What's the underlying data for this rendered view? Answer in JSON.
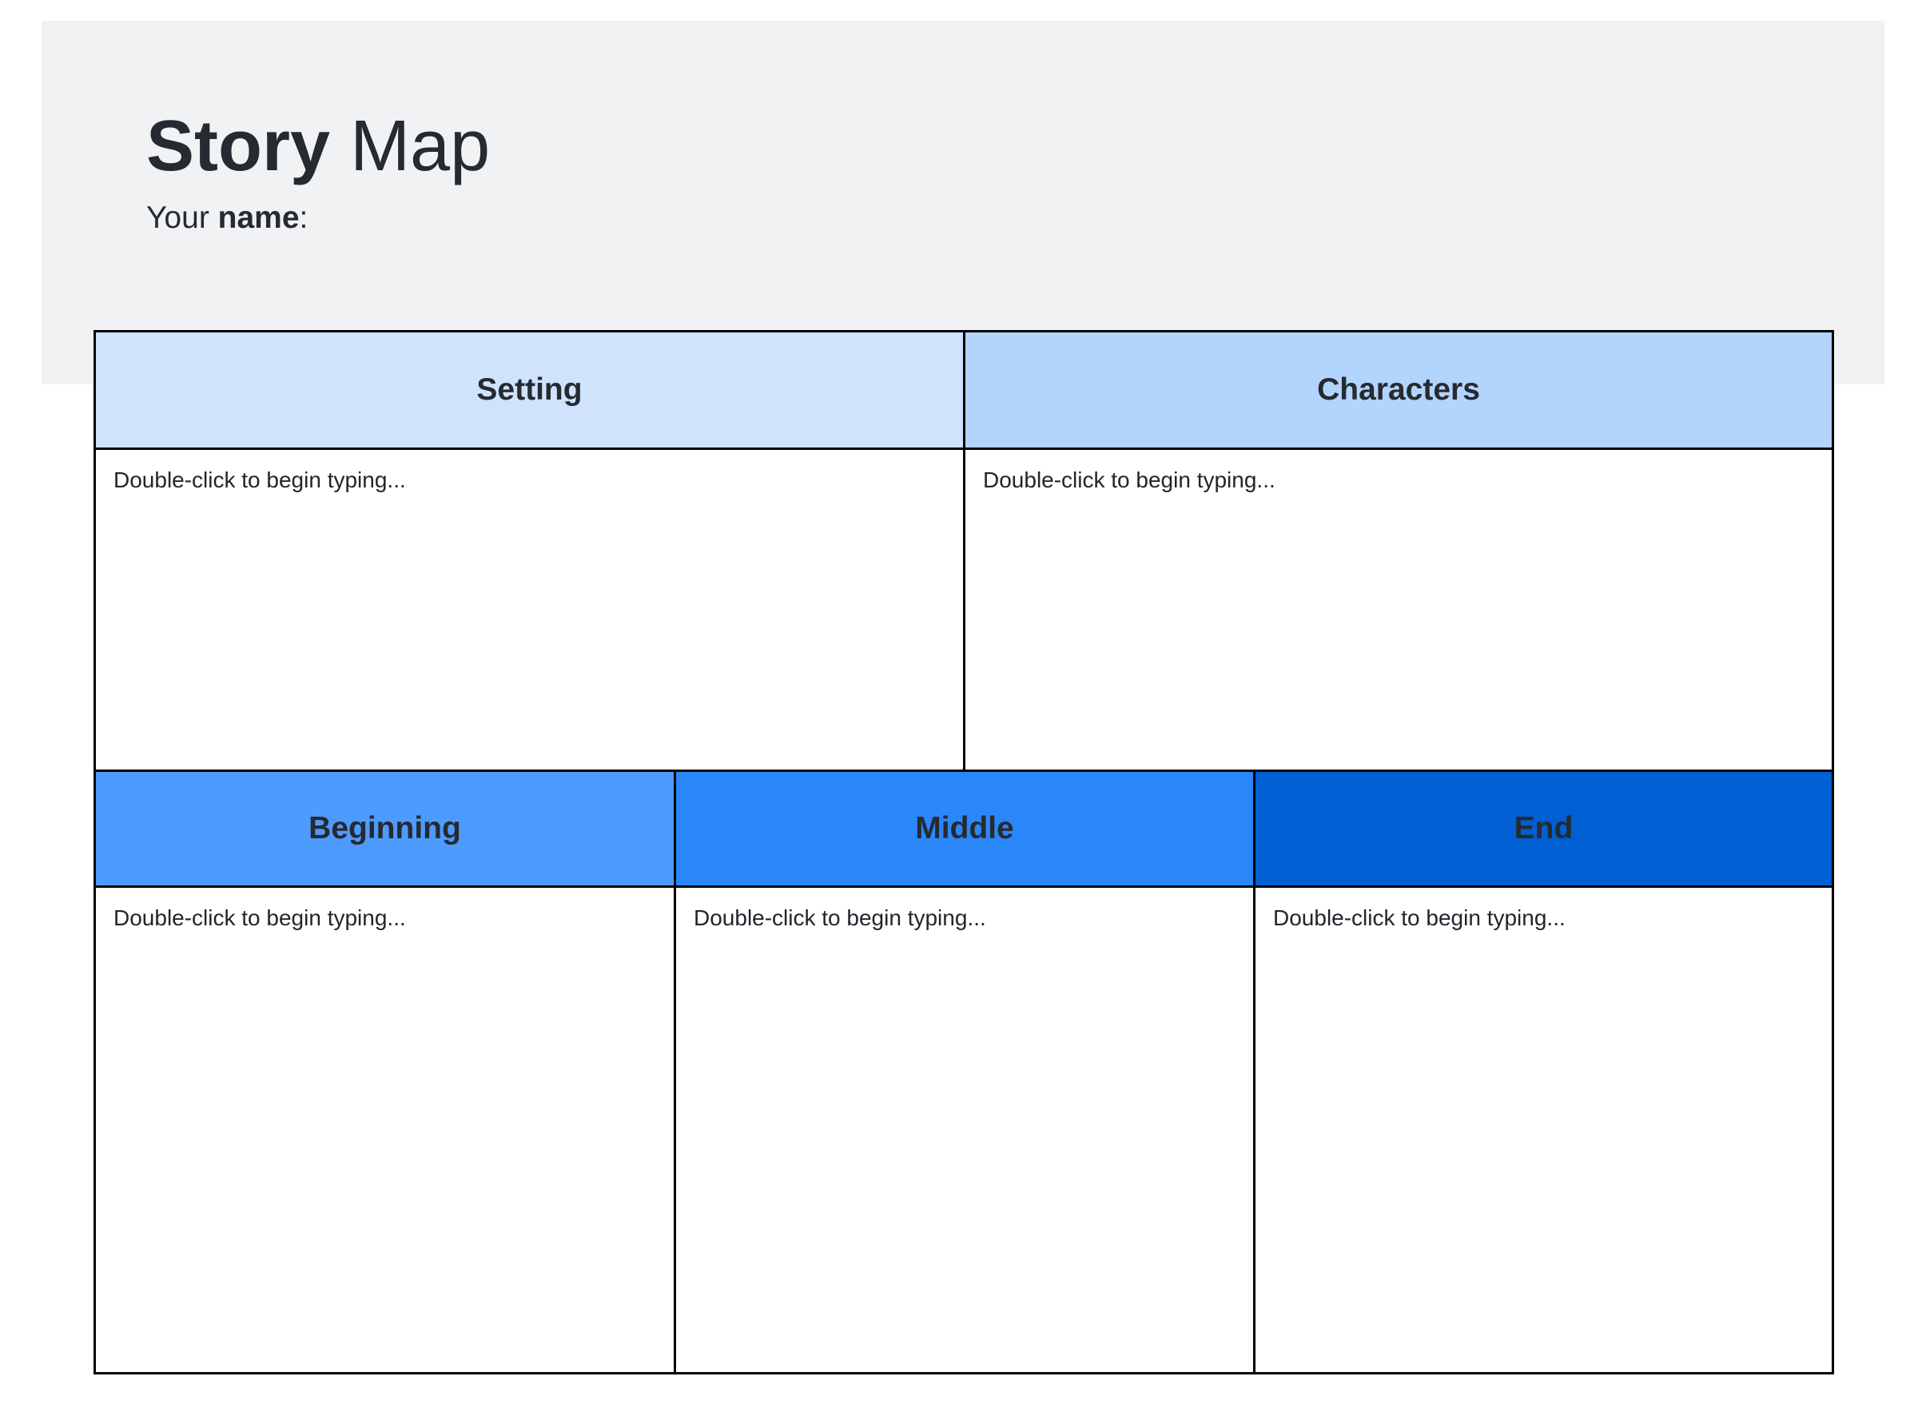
{
  "header": {
    "title_bold": "Story",
    "title_regular": "Map",
    "name_prefix": "Your ",
    "name_bold": "name",
    "name_suffix": ":"
  },
  "sections": [
    {
      "label": "Setting",
      "color": "#cfe3fd",
      "placeholder": "Double-click to begin typing..."
    },
    {
      "label": "Characters",
      "color": "#b3d4fd",
      "placeholder": "Double-click to begin typing..."
    },
    {
      "label": "Beginning",
      "color": "#4d9bfd",
      "placeholder": "Double-click to begin typing..."
    },
    {
      "label": "Middle",
      "color": "#2a87f9",
      "placeholder": "Double-click to begin typing..."
    },
    {
      "label": "End",
      "color": "#005fd2",
      "placeholder": "Double-click to begin typing..."
    }
  ]
}
